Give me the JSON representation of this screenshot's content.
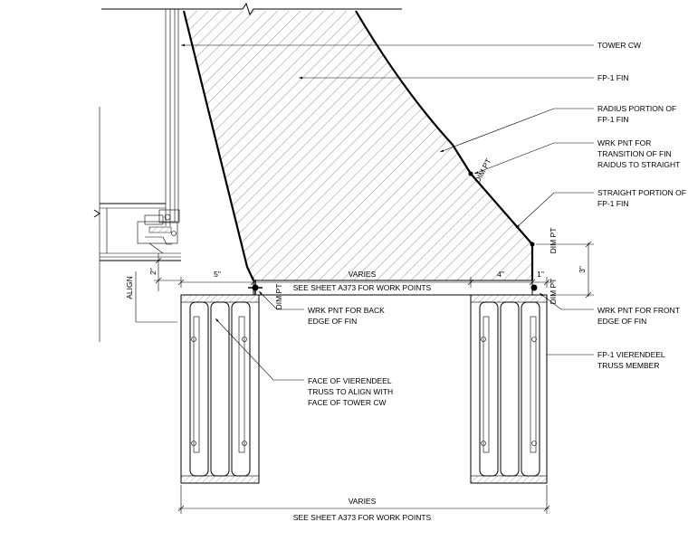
{
  "callouts": {
    "tower_cw": "TOWER CW",
    "fp1_fin": "FP-1 FIN",
    "radius_portion": [
      "RADIUS PORTION OF",
      "FP-1 FIN"
    ],
    "wrk_pnt_transition": [
      "WRK PNT FOR",
      "TRANSITION OF FIN",
      "RAIDUS TO STRAIGHT"
    ],
    "straight_portion": [
      "STRAIGHT PORTION OF",
      "FP-1 FIN"
    ],
    "wrk_pnt_front": [
      "WRK PNT FOR FRONT",
      "EDGE OF FIN"
    ],
    "truss_member": [
      "FP-1 VIERENDEEL",
      "TRUSS MEMBER"
    ],
    "wrk_pnt_back": [
      "WRK PNT FOR BACK",
      "EDGE OF FIN"
    ],
    "face_of_truss": [
      "FACE OF VIERENDEEL",
      "TRUSS TO ALIGN WITH",
      "FACE OF TOWER CW"
    ]
  },
  "dimensions": {
    "left_5": "5\"",
    "varies_top": "VARIES",
    "right_4": "4\"",
    "right_1": "1\"",
    "right_3": "3\"",
    "left_2": "2\"",
    "align": "ALIGN",
    "see_sheet_top": "SEE SHEET A373 FOR WORK POINTS",
    "varies_bottom": "VARIES",
    "see_sheet_bottom": "SEE SHEET A373 FOR WORK POINTS",
    "dim_pt_diagonal": "DIM PT",
    "dim_pt_upper_right": "DIM PT",
    "dim_pt_lower_right": "DIM PT",
    "dim_pt_left": "DIM PT"
  }
}
